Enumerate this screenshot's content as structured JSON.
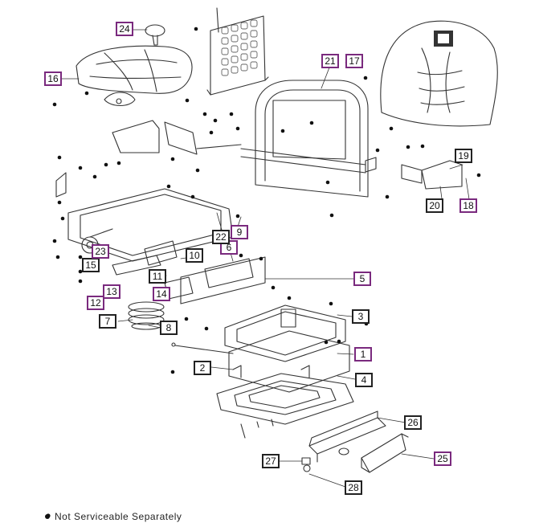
{
  "callouts": [
    {
      "id": "1",
      "style": "purple"
    },
    {
      "id": "2",
      "style": "black"
    },
    {
      "id": "3",
      "style": "black"
    },
    {
      "id": "4",
      "style": "black"
    },
    {
      "id": "5",
      "style": "purple"
    },
    {
      "id": "6",
      "style": "purple"
    },
    {
      "id": "7",
      "style": "black"
    },
    {
      "id": "8",
      "style": "black"
    },
    {
      "id": "9",
      "style": "purple"
    },
    {
      "id": "10",
      "style": "black"
    },
    {
      "id": "11",
      "style": "black"
    },
    {
      "id": "12",
      "style": "purple"
    },
    {
      "id": "13",
      "style": "purple"
    },
    {
      "id": "14",
      "style": "purple"
    },
    {
      "id": "15",
      "style": "black"
    },
    {
      "id": "16",
      "style": "purple"
    },
    {
      "id": "17",
      "style": "purple"
    },
    {
      "id": "18",
      "style": "purple"
    },
    {
      "id": "19",
      "style": "black"
    },
    {
      "id": "20",
      "style": "black"
    },
    {
      "id": "21",
      "style": "purple"
    },
    {
      "id": "22",
      "style": "black"
    },
    {
      "id": "23",
      "style": "purple"
    },
    {
      "id": "24",
      "style": "purple"
    },
    {
      "id": "25",
      "style": "purple"
    },
    {
      "id": "26",
      "style": "black"
    },
    {
      "id": "27",
      "style": "black"
    },
    {
      "id": "28",
      "style": "black"
    }
  ],
  "legend": {
    "text": "Not Serviceable Separately"
  },
  "colors": {
    "line": "#222222",
    "callout_black": "#222222",
    "callout_purple": "#7a2a7e",
    "background": "#ffffff"
  }
}
